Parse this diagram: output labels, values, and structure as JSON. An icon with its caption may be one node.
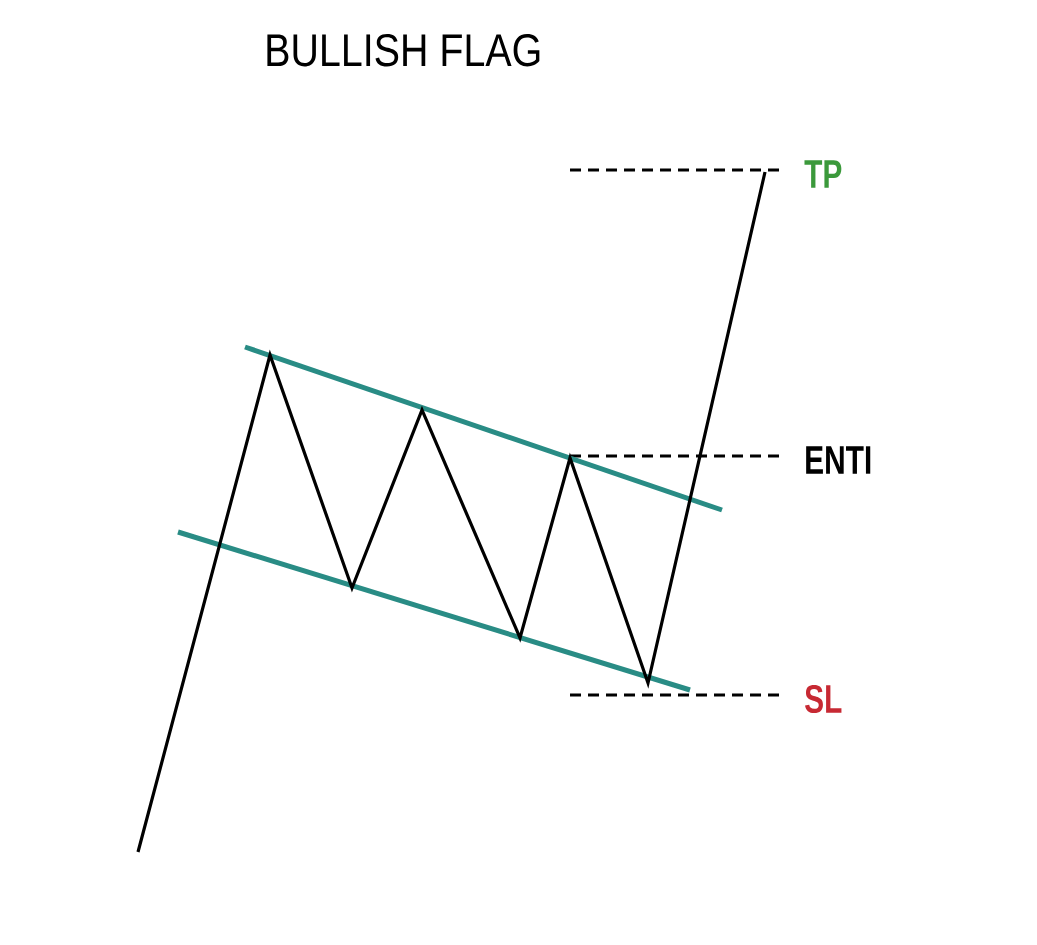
{
  "diagram": {
    "title": "BULLISH FLAG",
    "labels": [
      "TP",
      "ENTI",
      "SL"
    ]
  }
}
